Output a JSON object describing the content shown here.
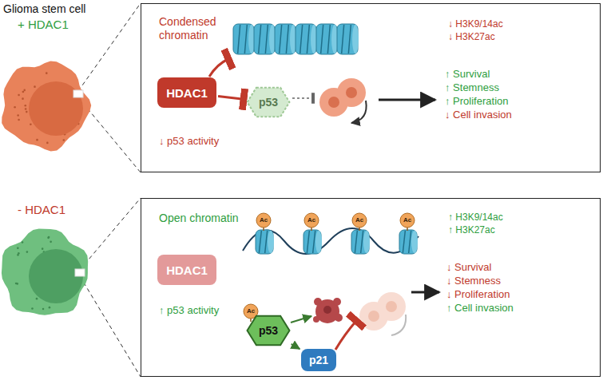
{
  "diagram": {
    "nodes": [
      {
        "text": [
          "Condensed chromatin",
          "↓ H3K9/14ac",
          "↓ H3K27ac",
          "↓ p53 activity",
          "↑ Survival",
          "↑ Stemness",
          "↑ Proliferation",
          "↓ Cell invasion"
        ]
      },
      {
        "text": [
          "HDAC1"
        ],
        "in": 0
      },
      {
        "text": [
          "p53"
        ],
        "in": 0
      },
      {
        "text": [
          "Open chromatin",
          "↑ H3K9/14ac",
          "↑ H3K27ac",
          "↑ p53 activity",
          "↓ Survival",
          "↓ Stemness",
          "↓ Proliferation",
          "↑ Cell invasion"
        ]
      },
      {
        "text": [
          "HDAC1"
        ],
        "in": 3
      },
      {
        "text": [
          "p53"
        ],
        "in": 3
      },
      {
        "text": [
          "p21"
        ],
        "in": 3
      }
    ],
    "edges": [
      {
        "from": 1,
        "to": 2,
        "arrow": "to"
      },
      {
        "from": 5,
        "to": 6,
        "arrow": "to"
      }
    ],
    "labels": [
      "Glioma stem cell",
      "+ HDAC1",
      "- HDAC1",
      "Ac",
      "Ac",
      "Ac",
      "Ac",
      "Ac"
    ]
  }
}
